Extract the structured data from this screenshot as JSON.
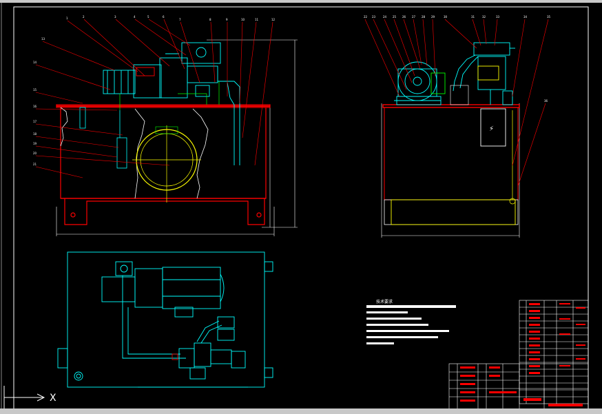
{
  "colors": {
    "background": "#000000",
    "frame": "#ffffff",
    "tank": "#ff0000",
    "fluid": "#ffff00",
    "pipes": "#00ffff",
    "leaders": "#ff0000",
    "balloons": "#ffffff",
    "top_view": "#00ffff"
  },
  "views": {
    "front": {
      "name": "front-view"
    },
    "side": {
      "name": "side-view"
    },
    "top": {
      "name": "top-view"
    }
  },
  "part_balloons_front": [
    "1",
    "2",
    "3",
    "4",
    "5",
    "6",
    "7",
    "8",
    "9",
    "10",
    "11",
    "12",
    "13",
    "14",
    "15",
    "16",
    "17",
    "18",
    "19",
    "20",
    "21"
  ],
  "part_balloons_side": [
    "22",
    "23",
    "24",
    "25",
    "26",
    "27",
    "28",
    "29",
    "30",
    "31",
    "32",
    "33",
    "34",
    "35",
    "36"
  ],
  "dimensions": {
    "front_width": "",
    "front_height": "",
    "side_width": ""
  },
  "tech_requirements": {
    "heading": "技术要求",
    "lines": [
      "",
      "",
      "",
      "",
      "",
      "",
      ""
    ]
  },
  "ucs": {
    "x_label": "X"
  },
  "status": ""
}
